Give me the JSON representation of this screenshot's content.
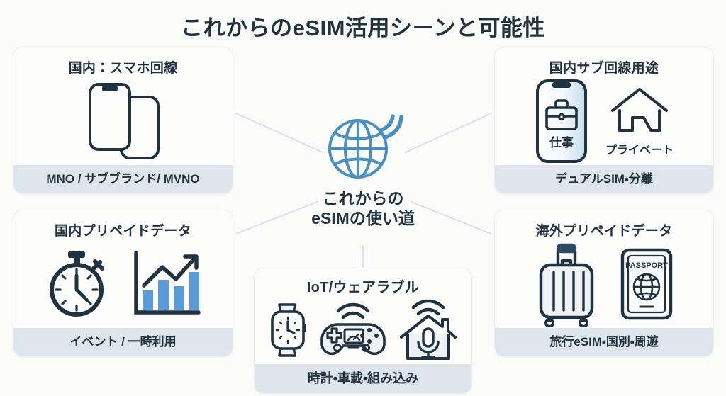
{
  "page": {
    "title": "これからのeSIM活用シーンと可能性",
    "background_color": "#fbfbfa",
    "ink_color": "#22333f",
    "accent_color": "#4a8fc0",
    "footer_band_color": "#dfe5ec",
    "connector_color": "#dde3ea"
  },
  "hub": {
    "icon": "globe-wifi-icon",
    "line1": "これからの",
    "line2": "eSIMの使い道"
  },
  "cards": {
    "top_left": {
      "title": "国内：スマホ回線",
      "footer": "MNO / サブブランド/ MVNO",
      "icons": [
        "smartphone-icon",
        "smartphone-outline-icon"
      ]
    },
    "top_right": {
      "title": "国内サブ回線用途",
      "footer": "デュアルSIM・分離",
      "icons": [
        "phone-briefcase-icon",
        "house-icon"
      ],
      "caption_work": "仕事",
      "caption_private": "プライベート"
    },
    "bottom_left": {
      "title": "国内プリペイドデータ",
      "footer": "イベント / 一時利用",
      "icons": [
        "stopwatch-icon",
        "bar-chart-growth-icon"
      ]
    },
    "bottom_center": {
      "title": "IoT/ウェアラブル",
      "footer": "時計・車載・組み込み",
      "icons": [
        "smartwatch-icon",
        "gamepad-wifi-icon",
        "smart-home-mic-icon"
      ]
    },
    "bottom_right": {
      "title": "海外プリペイドデータ",
      "footer": "旅行eSIM・国別・周遊",
      "icons": [
        "suitcase-icon",
        "passport-icon"
      ],
      "passport_label": "PASSPORT"
    }
  }
}
